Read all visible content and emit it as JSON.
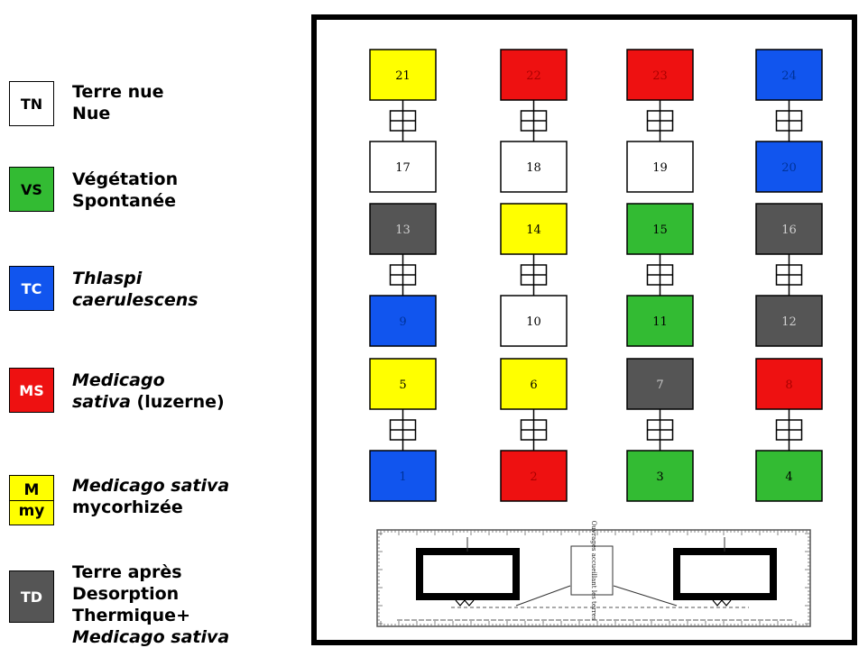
{
  "legend": {
    "tn": {
      "code": "TN",
      "color": "#ffffff",
      "line1": "Terre nue",
      "line2": "Nue"
    },
    "vs": {
      "code": "VS",
      "color": "#33bb33",
      "line1": "Végétation",
      "line2": "Spontanée"
    },
    "tc": {
      "code": "TC",
      "color": "#1155ee",
      "line1": "Thlaspi",
      "line2": "caerulescens"
    },
    "ms": {
      "code": "MS",
      "color": "#ee1111",
      "line1": "Medicago",
      "line2a": "sativa",
      "line2b": " (luzerne)"
    },
    "mmy": {
      "code1": "M",
      "code2": "my",
      "color": "#ffff00",
      "line1": "Medicago sativa",
      "line2": "mycorhizée"
    },
    "td": {
      "code": "TD",
      "color": "#555555",
      "line1": "Terre après",
      "line2": "Desorption",
      "line3": "Thermique+",
      "line4": "Medicago sativa"
    }
  },
  "plots": [
    {
      "n": "21",
      "t": "mmy"
    },
    {
      "n": "22",
      "t": "ms"
    },
    {
      "n": "23",
      "t": "ms"
    },
    {
      "n": "24",
      "t": "tc"
    },
    {
      "n": "17",
      "t": "tn"
    },
    {
      "n": "18",
      "t": "tn"
    },
    {
      "n": "19",
      "t": "tn"
    },
    {
      "n": "20",
      "t": "tc"
    },
    {
      "n": "13",
      "t": "td"
    },
    {
      "n": "14",
      "t": "mmy"
    },
    {
      "n": "15",
      "t": "vs"
    },
    {
      "n": "16",
      "t": "td"
    },
    {
      "n": "9",
      "t": "tc"
    },
    {
      "n": "10",
      "t": "tn"
    },
    {
      "n": "11",
      "t": "vs"
    },
    {
      "n": "12",
      "t": "td"
    },
    {
      "n": "5",
      "t": "mmy"
    },
    {
      "n": "6",
      "t": "mmy"
    },
    {
      "n": "7",
      "t": "td"
    },
    {
      "n": "8",
      "t": "ms"
    },
    {
      "n": "1",
      "t": "tc"
    },
    {
      "n": "2",
      "t": "ms"
    },
    {
      "n": "3",
      "t": "vs"
    },
    {
      "n": "4",
      "t": "vs"
    }
  ],
  "site_label": "Ouvrages accueillant les terres"
}
